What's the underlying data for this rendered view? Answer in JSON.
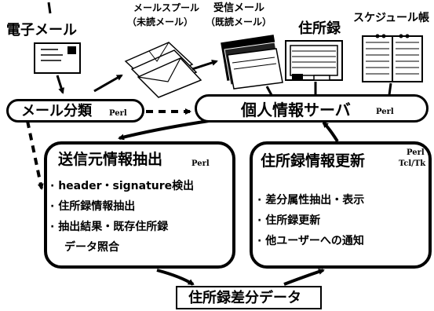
{
  "sources": {
    "email": "電子メール",
    "mail_spool_line1": "メールスプール",
    "mail_spool_line2": "（未読メール）",
    "received_line1": "受信メール",
    "received_line2": "（既読メール）",
    "address_book": "住所録",
    "schedule": "スケジュール帳"
  },
  "mail_classifier": {
    "label": "メール分類",
    "lang": "Perl"
  },
  "personal_info_server": {
    "label": "個人情報サーバ",
    "lang": "Perl"
  },
  "sender_extraction": {
    "title": "送信元情報抽出",
    "lang": "Perl",
    "items": [
      "header・signature検出",
      "住所録情報抽出",
      "抽出結果・既存住所録",
      "データ照合"
    ]
  },
  "address_update": {
    "title": "住所録情報更新",
    "lang_line1": "Perl",
    "lang_line2": "Tcl/Tk",
    "items": [
      "差分属性抽出・表示",
      "住所録更新",
      "他ユーザーへの通知"
    ]
  },
  "diff_data": {
    "label": "住所録差分データ"
  }
}
